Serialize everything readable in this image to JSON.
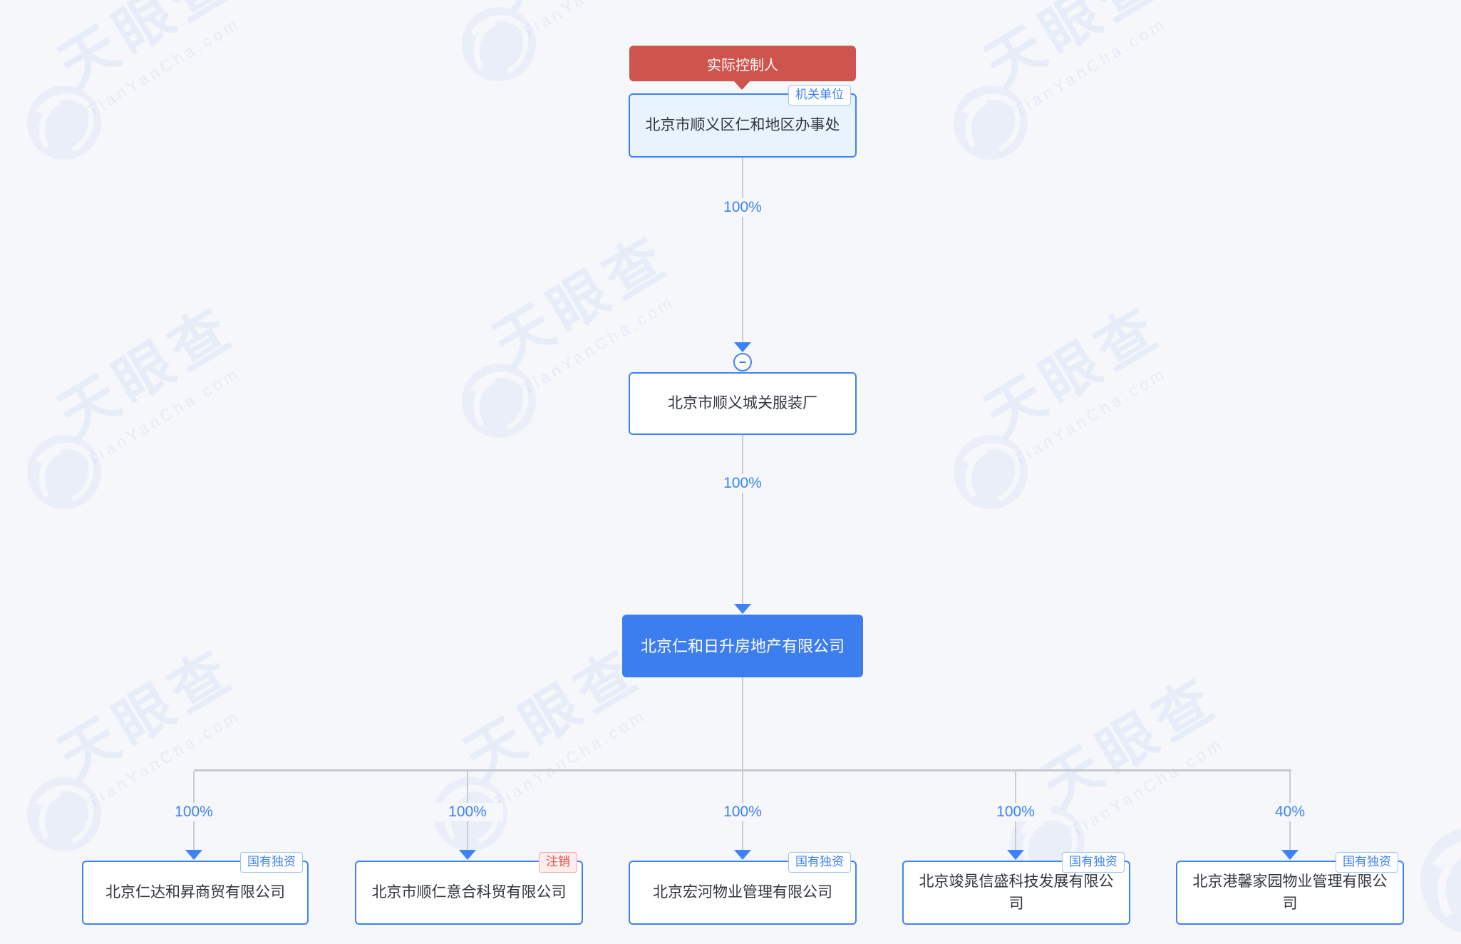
{
  "brand": {
    "name": "天眼查",
    "domain": "TianYanCha.com"
  },
  "colors": {
    "background": "#f5f7fa",
    "accent_blue": "#3e82f7",
    "primary_node_fill": "#3d7eef",
    "controller_red": "#ce544e",
    "tag_red_text": "#e25050",
    "line_gray": "#c9ccd3",
    "text_dark": "#30343b"
  },
  "controller": {
    "label": "实际控制人"
  },
  "icons": {
    "collapse_minus": "−"
  },
  "nodes": {
    "root": {
      "name": "北京市顺义区仁和地区办事处",
      "tag": "机关单位"
    },
    "factory": {
      "name": "北京市顺义城关服装厂"
    },
    "company": {
      "name": "北京仁和日升房地产有限公司"
    }
  },
  "edges": {
    "root_to_factory": "100%",
    "factory_to_company": "100%"
  },
  "children": [
    {
      "name": "北京仁达和昇商贸有限公司",
      "percent": "100%",
      "tag": "国有独资"
    },
    {
      "name": "北京市顺仁意合科贸有限公司",
      "percent": "100%",
      "tag": "注销"
    },
    {
      "name": "北京宏河物业管理有限公司",
      "percent": "100%",
      "tag": "国有独资"
    },
    {
      "name": "北京竣晁信盛科技发展有限公司",
      "percent": "100%",
      "tag": "国有独资"
    },
    {
      "name": "北京港馨家园物业管理有限公司",
      "percent": "40%",
      "tag": "国有独资"
    }
  ]
}
